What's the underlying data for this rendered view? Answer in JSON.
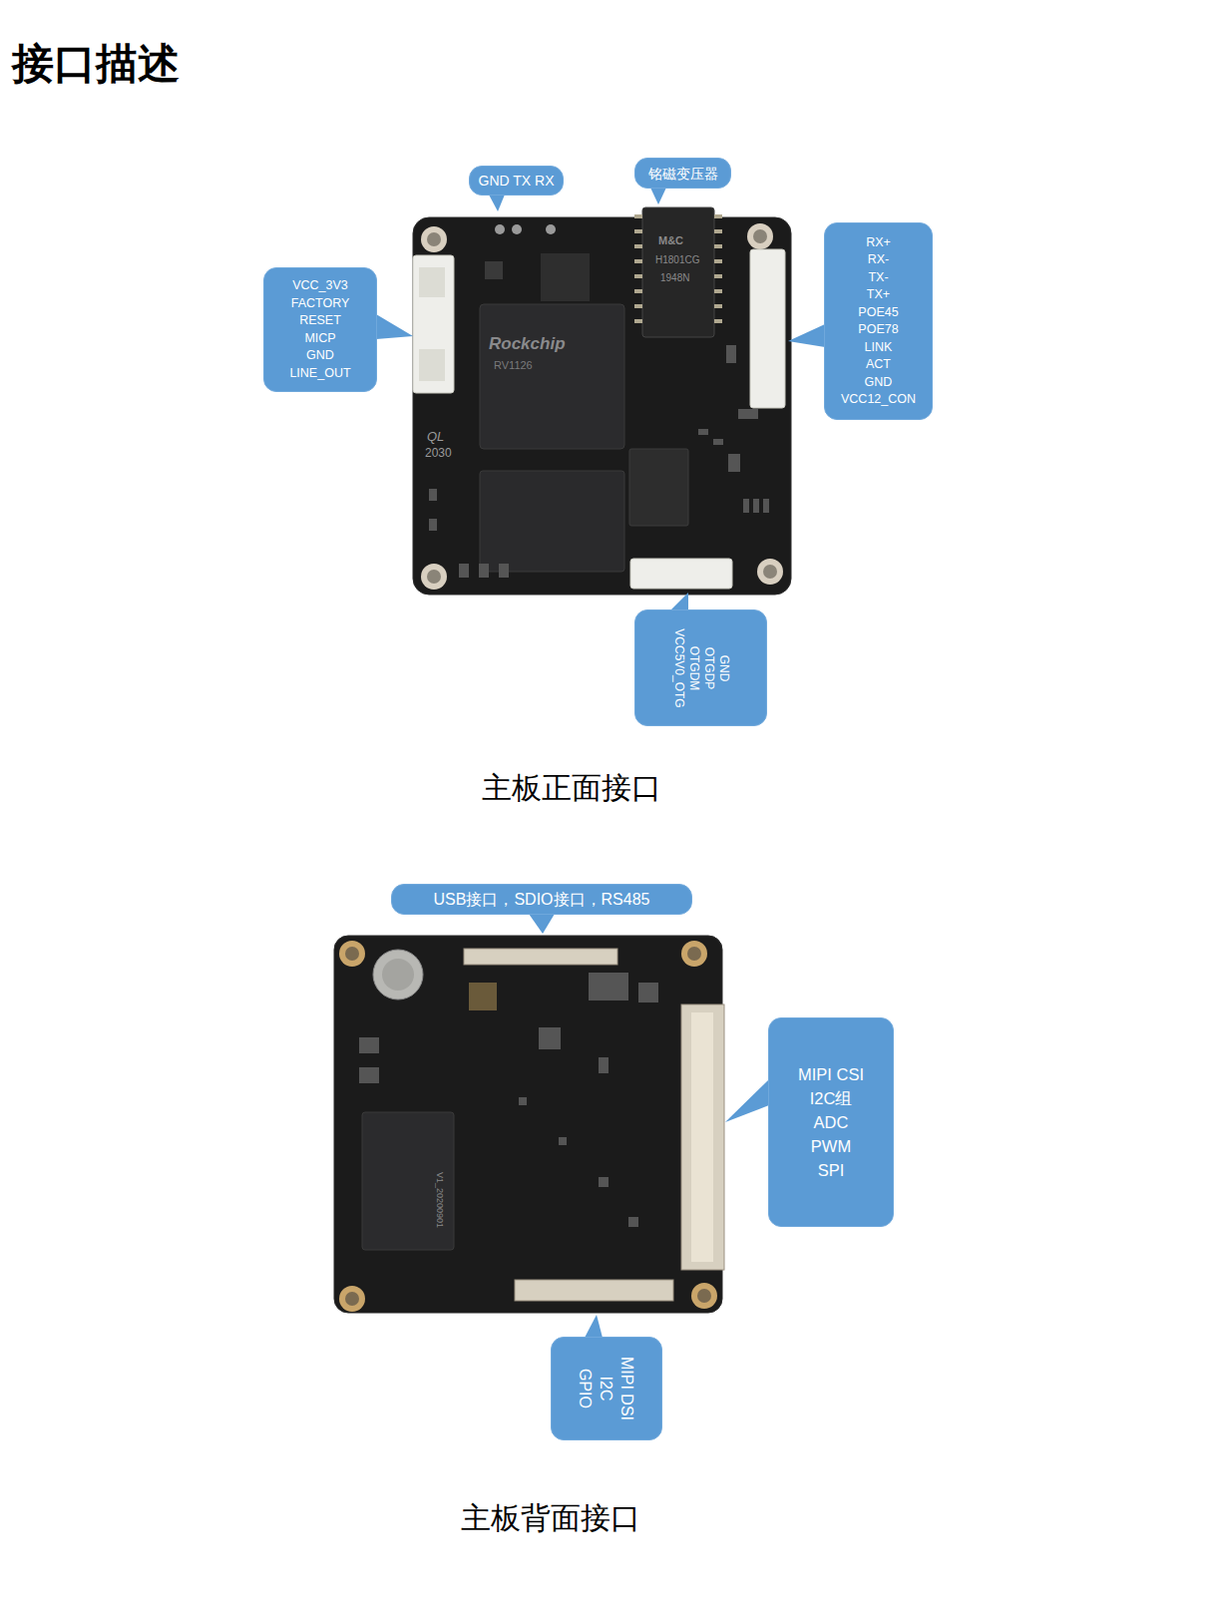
{
  "diagram": {
    "title": "接口描述",
    "nodes": [
      {
        "text": [
          "GND TX RX"
        ]
      },
      {
        "text": [
          "铭磁变压器"
        ]
      },
      {
        "text": [
          "VCC_3V3",
          "FACTORY",
          "RESET",
          "MICP",
          "GND",
          "LINE_OUT"
        ]
      },
      {
        "text": [
          "RX+",
          "RX-",
          "TX-",
          "TX+",
          "POE45",
          "POE78",
          "LINK",
          "ACT",
          "GND",
          "VCC12_CON"
        ]
      },
      {
        "text": [
          "GND",
          "OTGDP",
          "OTGDM",
          "VCC5V0_OTG"
        ]
      },
      {
        "text": [
          "USB接口，SDIO接口，RS485"
        ]
      },
      {
        "text": [
          "MIPI CSI",
          "I2C组",
          "ADC",
          "PWM",
          "SPI"
        ]
      },
      {
        "text": [
          "MIPI DSI",
          "I2C",
          "GPIO"
        ]
      }
    ],
    "labels": [
      "主板正面接口",
      "主板背面接口",
      "Rockchip",
      "RV1126",
      "M&C",
      "H1801CG",
      "1948N",
      "QL",
      "2030",
      "V1_20200901"
    ]
  }
}
